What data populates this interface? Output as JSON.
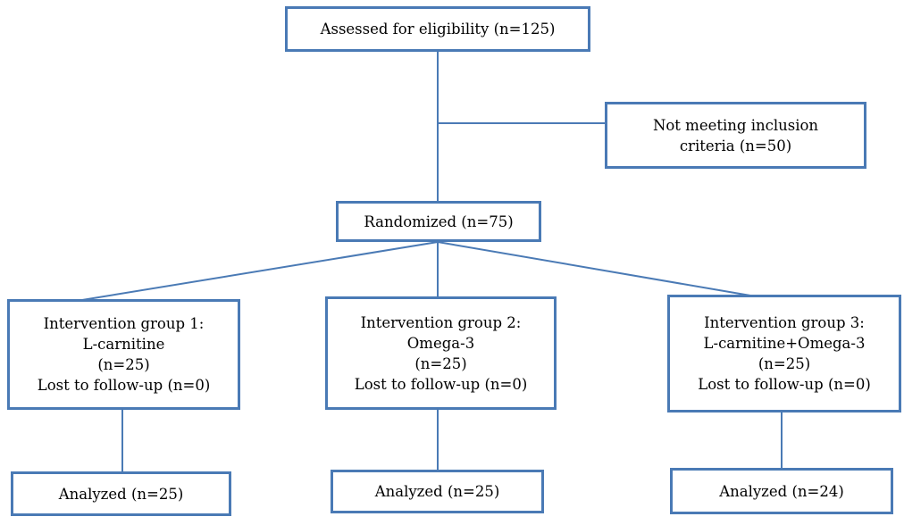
{
  "diagram": {
    "line_color": "#4a7ab5",
    "box_border_color": "#4a7ab5",
    "assessed": {
      "text": "Assessed for eligibility (n=125)"
    },
    "excluded": {
      "line1": "Not meeting inclusion",
      "line2": "criteria (n=50)"
    },
    "randomized": {
      "text": "Randomized (n=75)"
    },
    "groups": [
      {
        "title": "Intervention group 1:",
        "treatment": "L-carnitine",
        "n": "(n=25)",
        "lost": "Lost to follow-up (n=0)",
        "analyzed": "Analyzed (n=25)"
      },
      {
        "title": "Intervention group 2:",
        "treatment": "Omega-3",
        "n": "(n=25)",
        "lost": "Lost to follow-up (n=0)",
        "analyzed": "Analyzed (n=25)"
      },
      {
        "title": "Intervention group 3:",
        "treatment": "L-carnitine+Omega-3",
        "n": "(n=25)",
        "lost": "Lost to follow-up (n=0)",
        "analyzed": "Analyzed (n=24)"
      }
    ]
  }
}
